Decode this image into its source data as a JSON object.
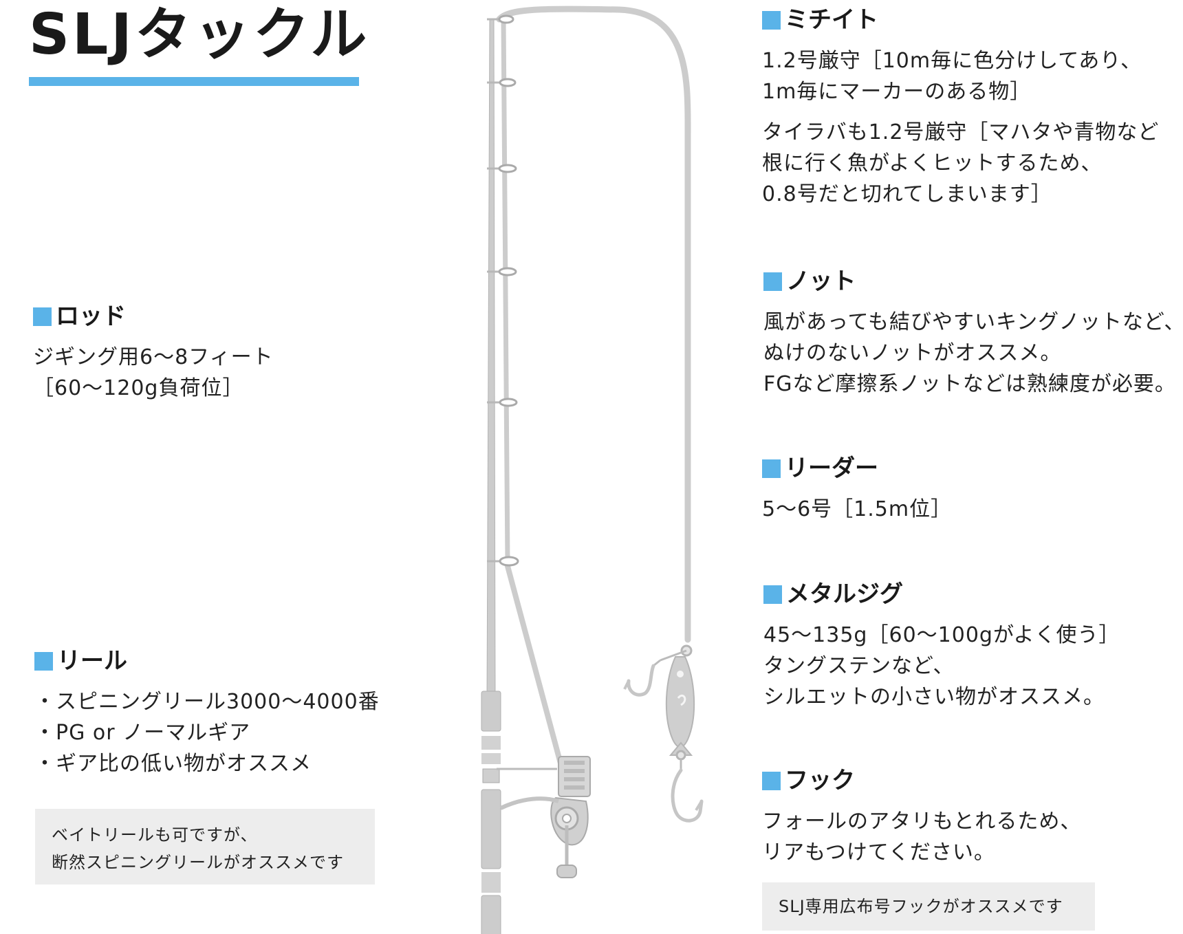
{
  "title": "SLJタックル",
  "colors": {
    "accent": "#5ab3e8",
    "rod": "#cfcfcf",
    "rod_outline": "#b3b3b3",
    "note_bg": "#ededed",
    "text": "#222222"
  },
  "sections": {
    "rod": {
      "heading": "ロッド",
      "lines": [
        "ジギング用6～8フィート",
        "［60～120g負荷位］"
      ]
    },
    "reel": {
      "heading": "リール",
      "lines": [
        "・スピニングリール3000～4000番",
        "・PG or ノーマルギア",
        "・ギア比の低い物がオススメ"
      ],
      "note": [
        "ベイトリールも可ですが、",
        "断然スピニングリールがオススメです"
      ]
    },
    "mainline": {
      "heading": "ミチイト",
      "lines": [
        "1.2号厳守［10m毎に色分けしてあり、",
        "1m毎にマーカーのある物］"
      ],
      "lines2": [
        "タイラバも1.2号厳守［マハタや青物など",
        "根に行く魚がよくヒットするため、",
        "0.8号だと切れてしまいます］"
      ]
    },
    "knot": {
      "heading": "ノット",
      "lines": [
        "風があっても結びやすいキングノットなど、",
        "ぬけのないノットがオススメ。",
        "FGなど摩擦系ノットなどは熟練度が必要。"
      ]
    },
    "leader": {
      "heading": "リーダー",
      "lines": [
        "5～6号［1.5m位］"
      ]
    },
    "jig": {
      "heading": "メタルジグ",
      "lines": [
        "45～135g［60～100gがよく使う］",
        "タングステンなど、",
        "シルエットの小さい物がオススメ。"
      ]
    },
    "hook": {
      "heading": "フック",
      "lines": [
        "フォールのアタリもとれるため、",
        "リアもつけてください。"
      ],
      "note": [
        "SLJ専用広布号フックがオススメです"
      ]
    }
  },
  "illustration": {
    "items": [
      "rod",
      "line",
      "reel",
      "jig",
      "front-hook",
      "rear-hook"
    ],
    "guide_count": 6
  }
}
